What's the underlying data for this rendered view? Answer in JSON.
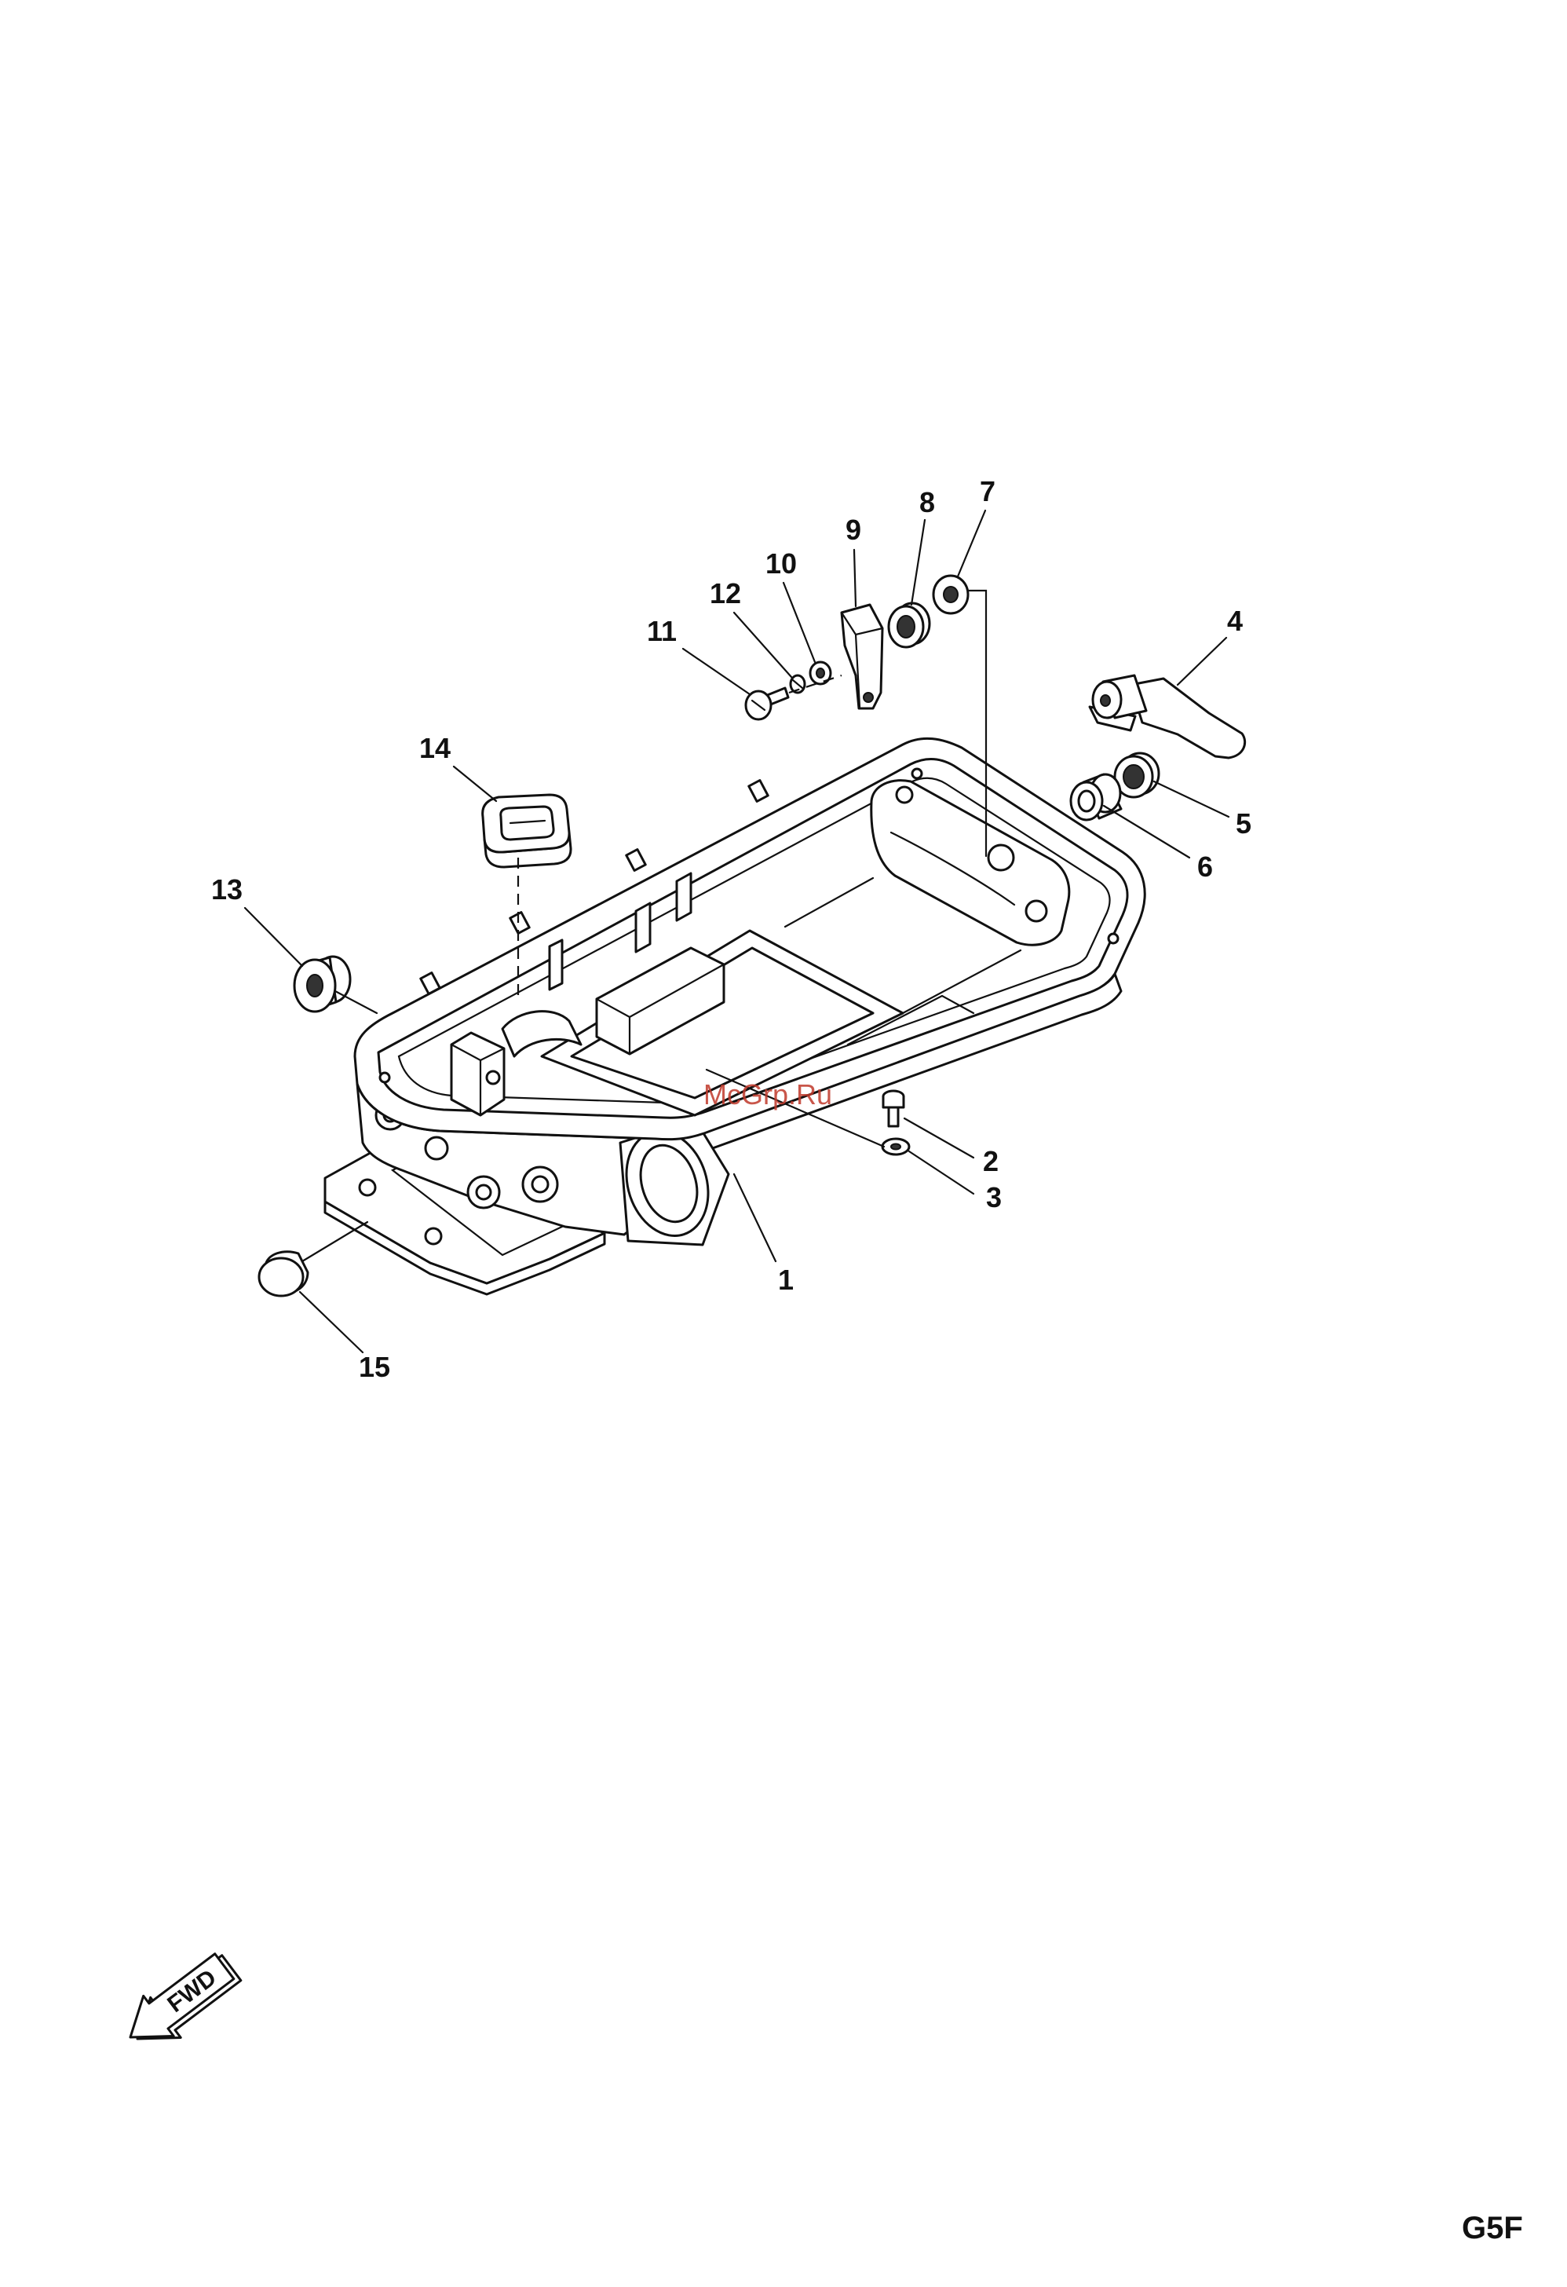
{
  "callouts": [
    "1",
    "2",
    "3",
    "4",
    "5",
    "6",
    "7",
    "8",
    "9",
    "10",
    "11",
    "12",
    "13",
    "14",
    "15"
  ],
  "watermark": "McGrp.Ru",
  "fwd_marker": "FWD",
  "diagram_code": "G5F",
  "colors": {
    "line": "#111111",
    "watermark": "#c0392b",
    "background": "#ffffff"
  }
}
